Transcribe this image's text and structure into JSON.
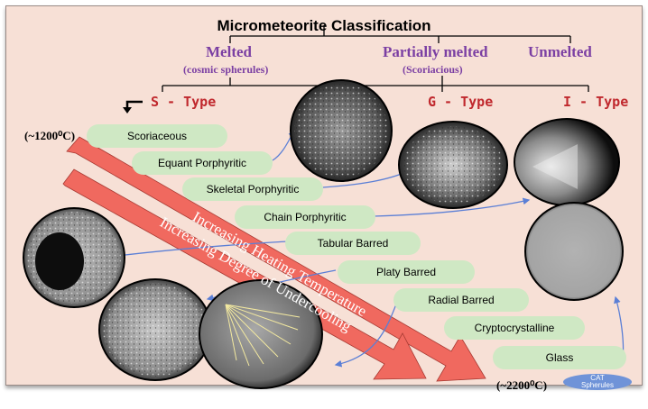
{
  "title": "Micrometeorite Classification",
  "categories": {
    "melted": "Melted",
    "melted_sub": "(cosmic spherules)",
    "partial": "Partially melted",
    "partial_sub": "(Scoriacious)",
    "unmelted": "Unmelted"
  },
  "types": {
    "s": "S - Type",
    "g": "G - Type",
    "i": "I - Type"
  },
  "temps": {
    "low": "(~1200⁰C)",
    "high": "(~2200⁰C)"
  },
  "stages": [
    "Scoriaceous",
    "Equant Porphyritic",
    "Skeletal Porphyritic",
    "Chain Porphyritic",
    "Tabular Barred",
    "Platy Barred",
    "Radial Barred",
    "Cryptocrystalline",
    "Glass"
  ],
  "cat_spherules": {
    "line1": "CAT",
    "line2": "Spherules"
  },
  "arrows": {
    "heating": "Increasing Heating Temperature",
    "undercooling": "Increasing Degree of Undercooling"
  },
  "colors": {
    "background": "#f7e0d6",
    "pill": "#cfe8c4",
    "arrow": "#f0695f",
    "category_text": "#7b3fa3",
    "type_text": "#c0282d",
    "connector": "#5b7fd6"
  }
}
